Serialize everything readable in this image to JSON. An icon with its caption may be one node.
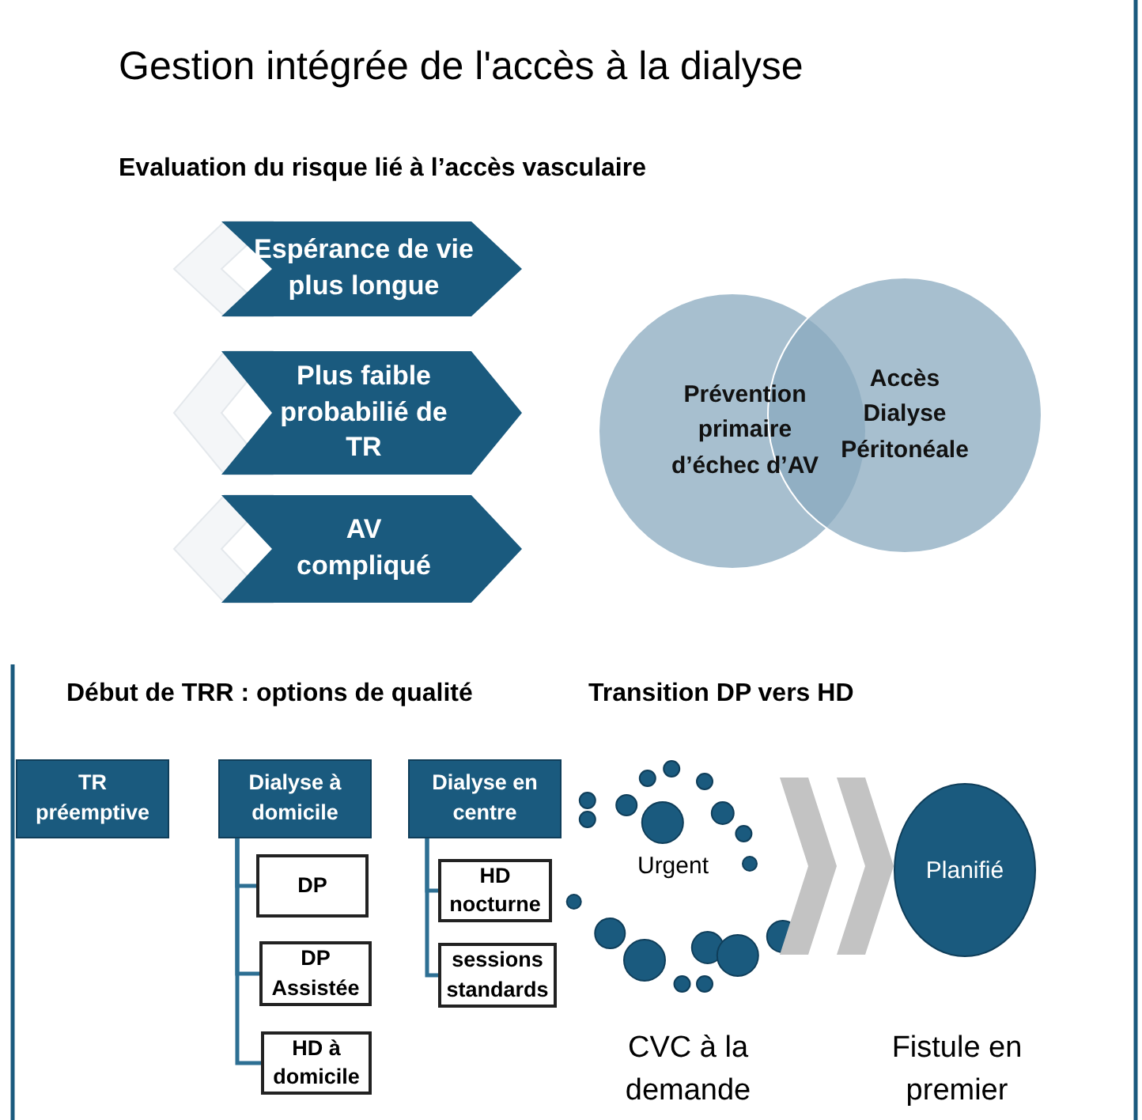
{
  "diagram": {
    "title": "Gestion intégrée de l'accès à la dialyse",
    "nodes": [
      {
        "text": [
          "Espérance de vie plus longue"
        ]
      },
      {
        "text": [
          "Plus faible probabilié de TR"
        ]
      },
      {
        "text": [
          "AV compliqué"
        ]
      },
      {
        "text": [
          "Prévention primaire d’échec d’AV"
        ]
      },
      {
        "text": [
          "Accès Dialyse Péritonéale"
        ]
      },
      {
        "text": [
          "TR préemptive"
        ]
      },
      {
        "text": [
          "Dialyse à domicile"
        ]
      },
      {
        "text": [
          "DP"
        ]
      },
      {
        "text": [
          "DP Assistée"
        ]
      },
      {
        "text": [
          "HD à domicile"
        ]
      },
      {
        "text": [
          "Dialyse en centre"
        ]
      },
      {
        "text": [
          "HD nocturne"
        ]
      },
      {
        "text": [
          "sessions standards"
        ]
      },
      {
        "text": [
          "Urgent"
        ],
        "beside": [
          "CVC à la demande"
        ]
      },
      {
        "text": [
          "Planifié"
        ],
        "beside": [
          "Fistule en premier"
        ]
      }
    ],
    "edges": [
      {
        "from": 6,
        "to": 7,
        "arrow": "none"
      },
      {
        "from": 6,
        "to": 8,
        "arrow": "none"
      },
      {
        "from": 6,
        "to": 9,
        "arrow": "none"
      },
      {
        "from": 10,
        "to": 11,
        "arrow": "none"
      },
      {
        "from": 10,
        "to": 12,
        "arrow": "none"
      },
      {
        "from": 13,
        "to": 14,
        "arrow": "to"
      }
    ],
    "labels": [
      "Evaluation du risque lié à l’accès vasculaire",
      "Début de TRR : options de qualité",
      "Transition DP vers HD"
    ]
  }
}
